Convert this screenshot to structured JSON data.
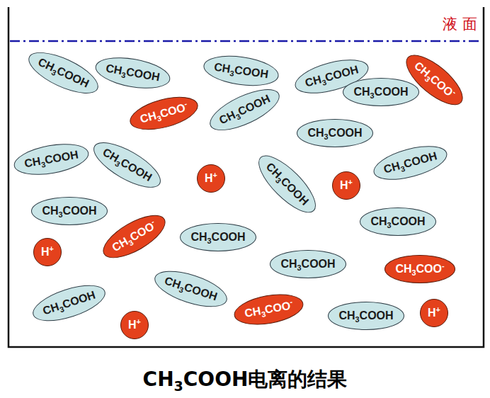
{
  "diagram": {
    "caption": "CH3COOH电离的结果",
    "nodes": [
      {
        "text": [
          "CH3COOH"
        ]
      },
      {
        "text": [
          "CH3COOH"
        ]
      },
      {
        "text": [
          "CH3COOH"
        ]
      },
      {
        "text": [
          "CH3COOH"
        ]
      },
      {
        "text": [
          "CH3COO-"
        ]
      },
      {
        "text": [
          "CH3COOH"
        ]
      },
      {
        "text": [
          "CH3COO-"
        ]
      },
      {
        "text": [
          "CH3COOH"
        ]
      },
      {
        "text": [
          "CH3COOH"
        ]
      },
      {
        "text": [
          "CH3COOH"
        ]
      },
      {
        "text": [
          "CH3COOH"
        ]
      },
      {
        "text": [
          "H+"
        ]
      },
      {
        "text": [
          "CH3COOH"
        ]
      },
      {
        "text": [
          "H+"
        ]
      },
      {
        "text": [
          "CH3COOH"
        ]
      },
      {
        "text": [
          "CH3COOH"
        ]
      },
      {
        "text": [
          "CH3COO-"
        ]
      },
      {
        "text": [
          "CH3COOH"
        ]
      },
      {
        "text": [
          "CH3COOH"
        ]
      },
      {
        "text": [
          "H+"
        ]
      },
      {
        "text": [
          "CH3COOH"
        ]
      },
      {
        "text": [
          "CH3COO-"
        ]
      },
      {
        "text": [
          "CH3COOH"
        ]
      },
      {
        "text": [
          "CH3COOH"
        ]
      },
      {
        "text": [
          "CH3COO-"
        ]
      },
      {
        "text": [
          "CH3COOH"
        ]
      },
      {
        "text": [
          "H+"
        ]
      },
      {
        "text": [
          "H+"
        ]
      }
    ],
    "labels": [
      "液 面"
    ]
  }
}
